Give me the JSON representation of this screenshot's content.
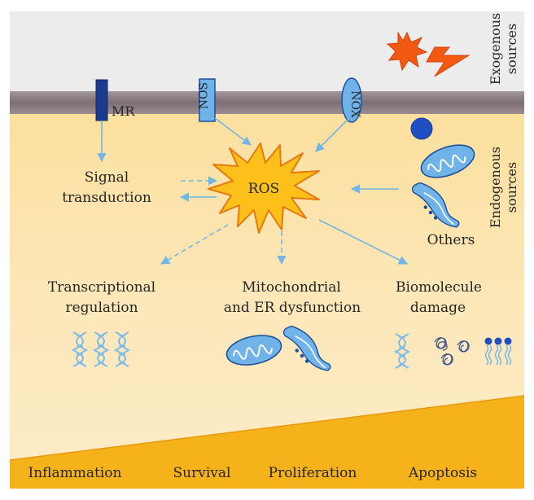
{
  "labels": {
    "mr": "MR",
    "nos": "NOS",
    "nox": "NOX",
    "ros": "ROS",
    "exogenous_line1": "Exogenous",
    "exogenous_line2": "sources",
    "endogenous_line1": "Endogenous",
    "endogenous_line2": "sources",
    "others": "Others",
    "signal_line1": "Signal",
    "signal_line2": "transduction",
    "transcriptional_line1": "Transcriptional",
    "transcriptional_line2": "regulation",
    "mito_line1": "Mitochondrial",
    "mito_line2": "and ER dysfunction",
    "biomolecule_line1": "Biomolecule",
    "biomolecule_line2": "damage"
  },
  "bottom_bar": {
    "items": [
      "Inflammation",
      "Survival",
      "Proliferation",
      "Apoptosis"
    ]
  },
  "colors": {
    "membrane": "#8c7a80",
    "background_top": "#ededed",
    "cytoplasm_top": "#fbe3a6",
    "cytoplasm_bottom": "#fcebc4",
    "ramp": "#f6b21b",
    "arrow": "#72b7e3",
    "ros_fill": "#fdc01a",
    "ros_stroke": "#e67a10",
    "receptor": "#1b3b8c",
    "icon_fill": "#6fb3e9",
    "icon_stroke": "#1f4f9a"
  }
}
